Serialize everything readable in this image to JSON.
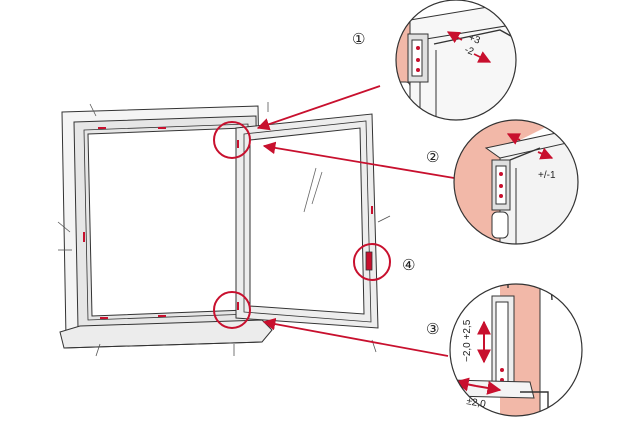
{
  "callouts": [
    {
      "number": "①",
      "labels": [
        "+3",
        "-2"
      ]
    },
    {
      "number": "②",
      "labels": [
        "+/-1"
      ]
    },
    {
      "number": "③",
      "labels": [
        "−2,0 +2,5",
        "±2,0"
      ]
    },
    {
      "number": "④",
      "labels": []
    }
  ],
  "colors": {
    "accent": "#c8102e",
    "wall": "#f2b8a8",
    "frame_fill": "#dcdcdc",
    "line": "#333333"
  }
}
